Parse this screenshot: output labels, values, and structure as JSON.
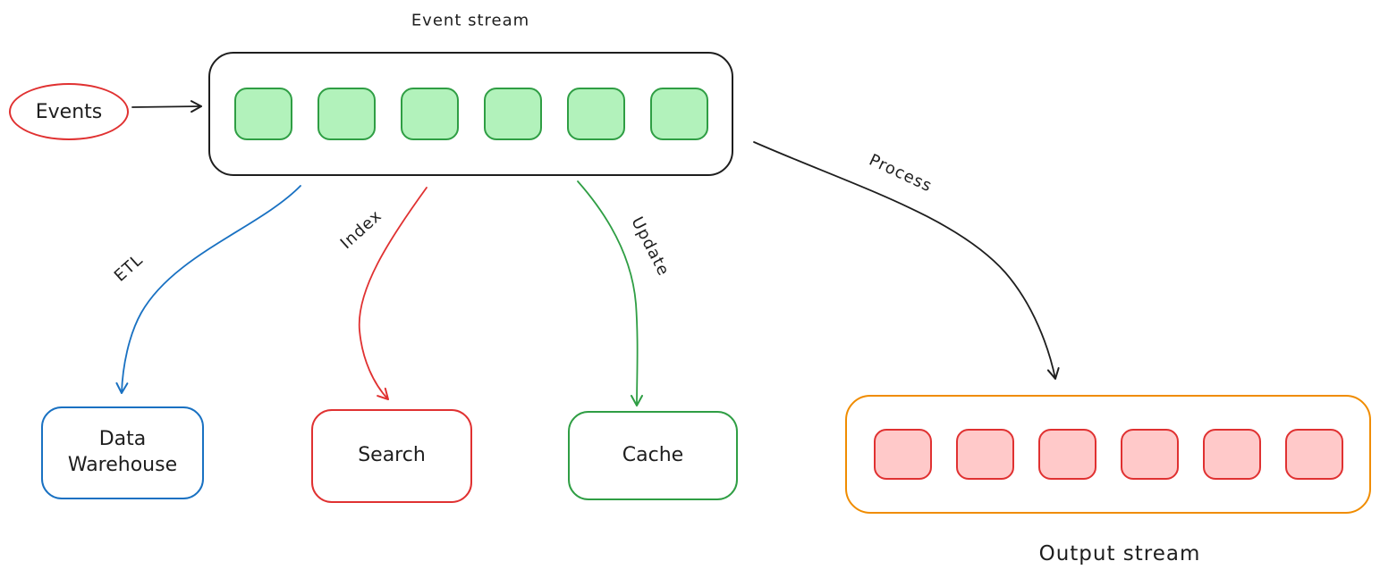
{
  "diagram": {
    "kind": "event-streaming-architecture",
    "titles": {
      "input_stream": "Event stream",
      "output_stream": "Output stream"
    },
    "nodes": {
      "events": {
        "label": "Events",
        "shape": "ellipse",
        "border_color": "#e03131"
      },
      "event_stream": {
        "title": "Event stream",
        "cells": 6,
        "cell_fill": "#b2f2bb",
        "cell_border": "#2f9e44",
        "border_color": "#1e1e1e"
      },
      "data_warehouse": {
        "label": "Data\nWarehouse",
        "border_color": "#1971c2"
      },
      "search": {
        "label": "Search",
        "border_color": "#e03131"
      },
      "cache": {
        "label": "Cache",
        "border_color": "#2f9e44"
      },
      "output_stream": {
        "title": "Output stream",
        "cells": 6,
        "cell_fill": "#ffc9c9",
        "cell_border": "#e03131",
        "border_color": "#f08c00"
      }
    },
    "edges": {
      "ingest": {
        "label": "",
        "from": "events",
        "to": "event_stream",
        "color": "#1e1e1e"
      },
      "etl": {
        "label": "ETL",
        "from": "event_stream",
        "to": "data_warehouse",
        "color": "#1971c2"
      },
      "index": {
        "label": "Index",
        "from": "event_stream",
        "to": "search",
        "color": "#e03131"
      },
      "update": {
        "label": "Update",
        "from": "event_stream",
        "to": "cache",
        "color": "#2f9e44"
      },
      "process": {
        "label": "Process",
        "from": "event_stream",
        "to": "output_stream",
        "color": "#1e1e1e"
      }
    }
  },
  "colors": {
    "ink": "#1e1e1e",
    "blue": "#1971c2",
    "red": "#e03131",
    "green": "#2f9e44",
    "orange": "#f08c00",
    "green_fill": "#b2f2bb",
    "red_fill": "#ffc9c9",
    "background": "#ffffff"
  }
}
